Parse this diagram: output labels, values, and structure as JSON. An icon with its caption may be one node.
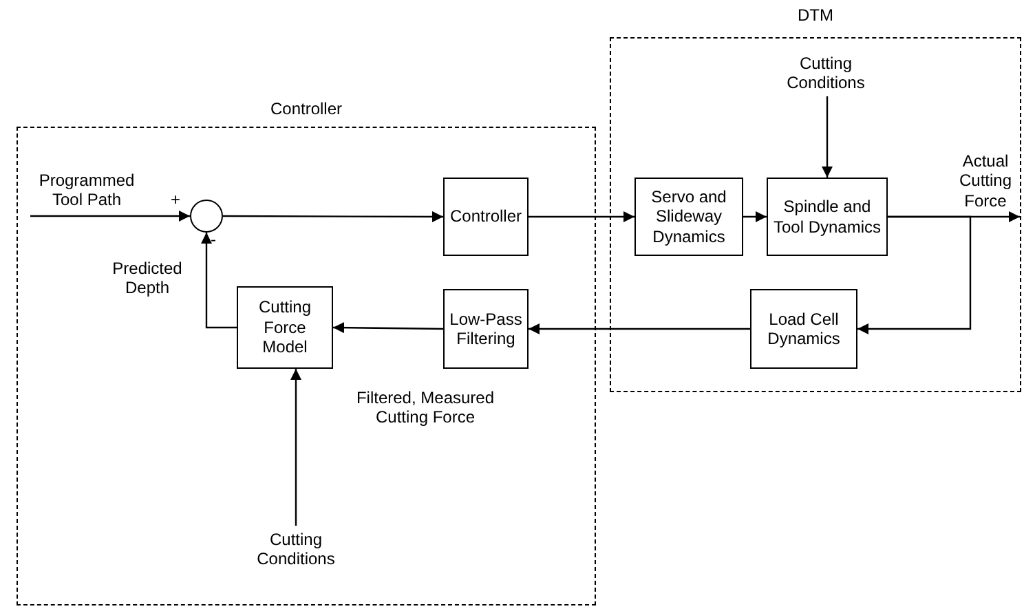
{
  "diagram": {
    "nodes": [
      {
        "text": [
          "Controller"
        ]
      },
      {
        "text": [
          "DTM"
        ]
      },
      {
        "text": [],
        "shape": "circle",
        "in": 0
      },
      {
        "text": [
          "Controller"
        ],
        "in": 0
      },
      {
        "text": [
          "Servo and Slideway Dynamics"
        ],
        "in": 1
      },
      {
        "text": [
          "Spindle and Tool Dynamics"
        ],
        "in": 1
      },
      {
        "text": [
          "Cutting Conditions"
        ],
        "in": 1
      },
      {
        "text": [
          "Load Cell Dynamics"
        ],
        "in": 1
      },
      {
        "text": [
          "Low-Pass Filtering"
        ],
        "in": 0
      },
      {
        "text": [
          "Cutting Force Model"
        ],
        "in": 0
      },
      {
        "text": [
          "Cutting Conditions"
        ],
        "in": 0
      }
    ],
    "edges": [
      {
        "from": null,
        "to": 2,
        "arrow": "to",
        "label": "Programmed Tool Path"
      },
      {
        "from": 2,
        "to": 3,
        "arrow": "to"
      },
      {
        "from": 3,
        "to": 4,
        "arrow": "to"
      },
      {
        "from": 4,
        "to": 5,
        "arrow": "to"
      },
      {
        "from": 6,
        "to": 5,
        "arrow": "to"
      },
      {
        "from": 5,
        "to": null,
        "arrow": "to",
        "label": "Actual Cutting Force"
      },
      {
        "from": 5,
        "to": 7,
        "arrow": "to"
      },
      {
        "from": 7,
        "to": 8,
        "arrow": "to"
      },
      {
        "from": 8,
        "to": 9,
        "arrow": "to",
        "label": "Filtered, Measured Cutting Force"
      },
      {
        "from": 10,
        "to": 9,
        "arrow": "to"
      },
      {
        "from": 9,
        "to": 2,
        "arrow": "to",
        "label": "Predicted Depth"
      }
    ],
    "labels": [
      "+",
      "-"
    ]
  }
}
